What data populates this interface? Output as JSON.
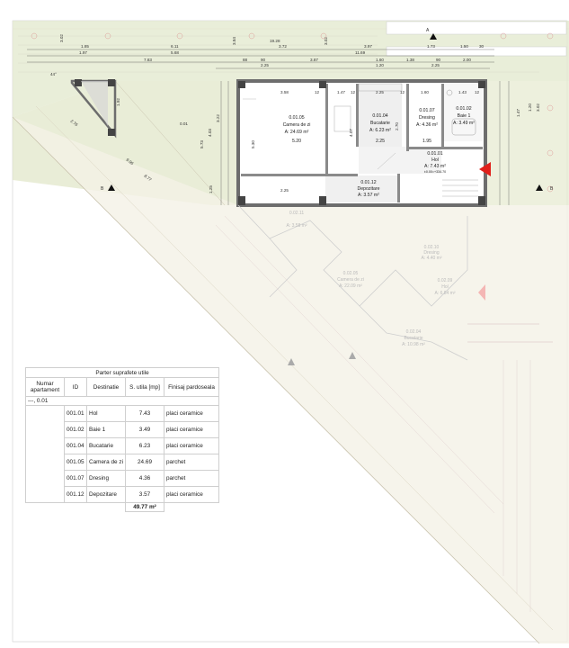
{
  "plan": {
    "rooms": [
      {
        "id": "0.01.05",
        "name": "Camera de zi",
        "area": "A: 24.69 m²",
        "width": "5.20"
      },
      {
        "id": "0.01.04",
        "name": "Bucatarie",
        "area": "A: 6.23 m²",
        "width": "2.25"
      },
      {
        "id": "0.01.07",
        "name": "Dresing",
        "area": "A: 4.36 m²",
        "width": "1.95"
      },
      {
        "id": "0.01.02",
        "name": "Baie 1",
        "area": "A: 3.49 m²"
      },
      {
        "id": "0.01.01",
        "name": "Hol",
        "area": "A: 7.43 m²",
        "extra": "±0.00=+334.70"
      },
      {
        "id": "0.01.12",
        "name": "Depozitare",
        "area": "A: 3.57 m²"
      }
    ],
    "top_dims": {
      "row1": [
        "3.02",
        "1.85",
        "6.11",
        "19.28",
        "3.84",
        "3.02",
        "3.72",
        "3.97",
        "1.73",
        "1.50",
        "30"
      ],
      "row2": [
        "1.97",
        "5.68",
        "11.69",
        "90",
        "2.25",
        "1.20",
        "1.60",
        "1.38",
        "2.25",
        "90",
        "2.00"
      ],
      "row3": [
        "7.83",
        "88",
        "3.87",
        "2.25"
      ],
      "inner": [
        "3.58",
        "1.47",
        "2.25",
        "1.60",
        "1.43",
        "12",
        "12",
        "12",
        "12"
      ]
    },
    "side_dims": [
      "44°",
      "1.92",
      "0.01",
      "5.73",
      "4.03",
      "3.22",
      "4.07",
      "5.30",
      "1.25",
      "2.70",
      "1.20",
      "3.02",
      "1.47"
    ],
    "diag_dims": [
      "2.76",
      "9.96",
      "8.77"
    ],
    "section_marks": [
      "B",
      "B",
      "A"
    ],
    "ghost_rooms": [
      {
        "id": "0.02.11",
        "area": "A: 3.58 m²"
      },
      {
        "id": "0.02.10",
        "name": "Dresing",
        "area": "A: 4.40 m²"
      },
      {
        "id": "0.02.05",
        "name": "Camera de zi",
        "area": "A: 22.09 m²"
      },
      {
        "id": "0.02.09",
        "name": "Hol",
        "area": "A: 6.84 m²"
      },
      {
        "id": "0.02.04",
        "name": "Bucatarie",
        "area": "A: 10.98 m²"
      }
    ]
  },
  "table": {
    "title": "Parter suprafete utile",
    "headers": [
      "Numar apartament",
      "ID",
      "Destinatie",
      "S. utila [mp]",
      "Finisaj pardoseala"
    ],
    "apartment": "---, 0.01",
    "rows": [
      {
        "id": "001.01",
        "dest": "Hol",
        "area": "7.43",
        "finish": "placi ceramice"
      },
      {
        "id": "001.02",
        "dest": "Baie 1",
        "area": "3.49",
        "finish": "placi ceramice"
      },
      {
        "id": "001.04",
        "dest": "Bucatarie",
        "area": "6.23",
        "finish": "placi ceramice"
      },
      {
        "id": "001.05",
        "dest": "Camera de zi",
        "area": "24.69",
        "finish": "parchet"
      },
      {
        "id": "001.07",
        "dest": "Dresing",
        "area": "4.36",
        "finish": "parchet"
      },
      {
        "id": "001.12",
        "dest": "Depozitare",
        "area": "3.57",
        "finish": "placi ceramice"
      }
    ],
    "total": "49.77 m²"
  },
  "colors": {
    "terrace": "#e2e8cc",
    "wall": "#9a9a9a",
    "wallDark": "#6d6d6d",
    "dimRed": "#c0392b",
    "ghost": "#d8d8d8",
    "stair": "#c9c9c9",
    "accentRed": "#e0201b"
  }
}
